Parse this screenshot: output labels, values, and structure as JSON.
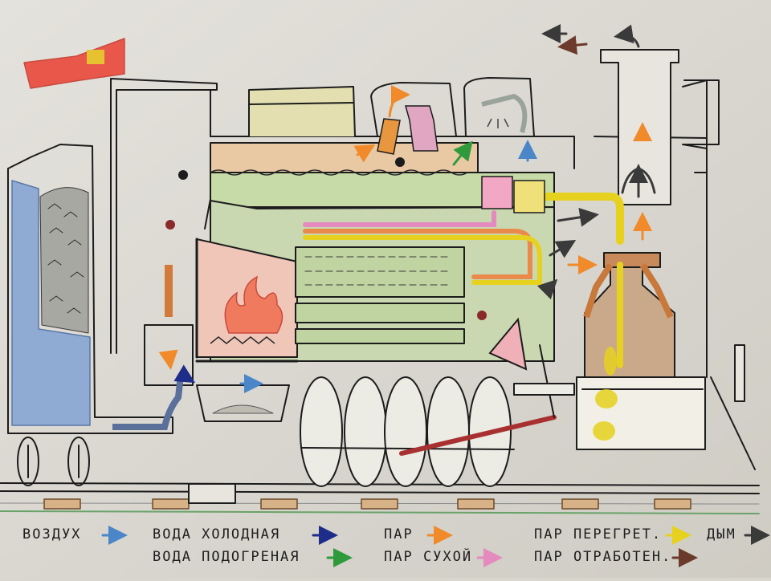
{
  "legend": {
    "air": {
      "label": "ВОЗДУХ",
      "color": "#4a86c8"
    },
    "cold_water": {
      "label": "ВОДА ХОЛОДНАЯ",
      "color": "#1f2d8a"
    },
    "warm_water": {
      "label": "ВОДА ПОДОГРЕНАЯ",
      "color": "#2f9a3c"
    },
    "steam": {
      "label": "ПАР",
      "color": "#f08a2a"
    },
    "dry_steam": {
      "label": "ПАР СУХОЙ",
      "color": "#e48abf"
    },
    "superheated_steam": {
      "label": "ПАР ПЕРЕГРЕТ.",
      "color": "#e6d21e"
    },
    "exhaust_steam": {
      "label": "ПАР ОТРАБОТЕН.",
      "color": "#6b3a2a"
    },
    "smoke": {
      "label": "ДЫМ",
      "color": "#3a3a3a"
    }
  },
  "icons": {
    "flag": "flag-icon",
    "flame": "flame-icon"
  }
}
